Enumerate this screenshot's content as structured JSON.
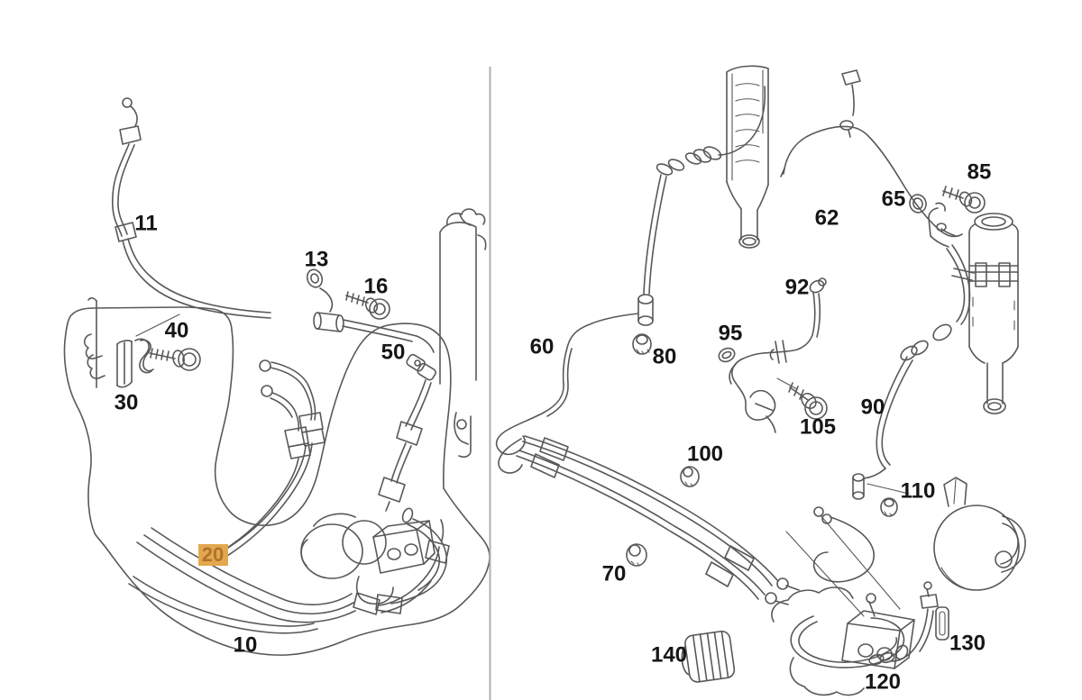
{
  "diagram": {
    "kind": "vehicle-parts-diagram",
    "panels": 2,
    "highlighted_part": "20"
  },
  "colors": {
    "background": "#ffffff",
    "artwork": "#585858",
    "label_text": "#161616",
    "divider": "#b0b0b0",
    "highlight_stroke": "#d83b26",
    "highlight_stroke_thin": "#d8402a",
    "marker_fill": "#e2a84e",
    "marker_text": "#b1722c"
  },
  "marker": {
    "part": "20"
  },
  "labels": {
    "p11": "11",
    "p13": "13",
    "p16": "16",
    "p40": "40",
    "p50": "50",
    "p30": "30",
    "p10": "10",
    "p60": "60",
    "p62": "62",
    "p65": "65",
    "p70": "70",
    "p80": "80",
    "p85": "85",
    "p90": "90",
    "p92": "92",
    "p95": "95",
    "p100": "100",
    "p105": "105",
    "p110": "110",
    "p120": "120",
    "p130": "130",
    "p140": "140"
  }
}
